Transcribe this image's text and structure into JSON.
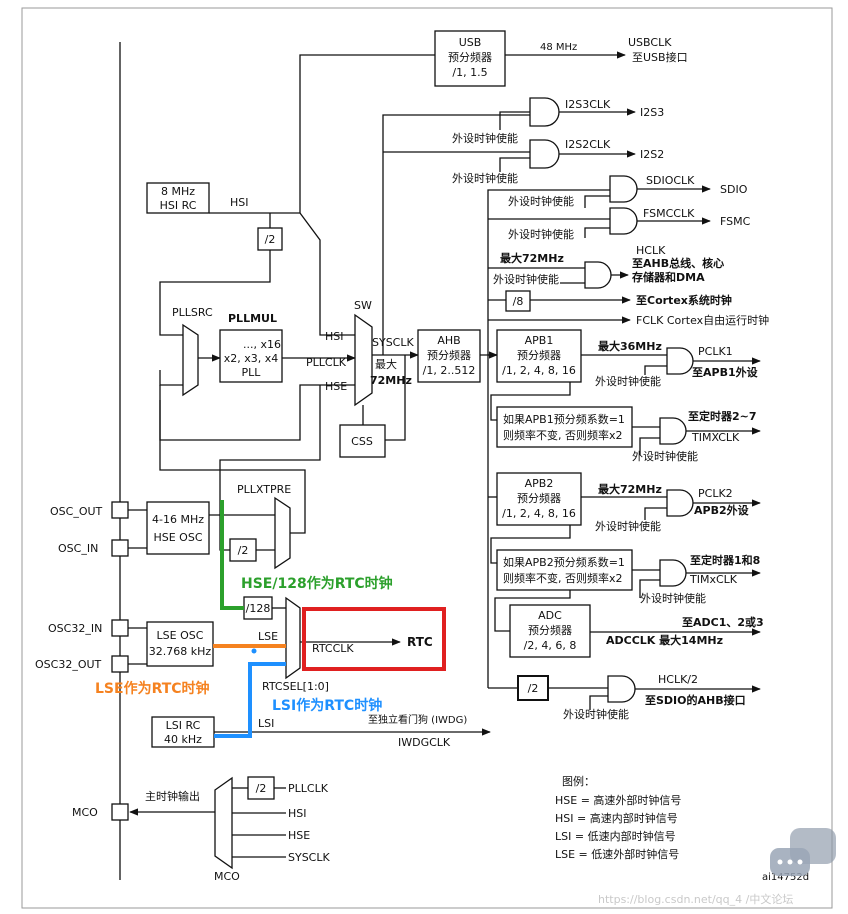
{
  "blocks": {
    "usb": [
      "USB",
      "预分频器",
      "/1, 1.5"
    ],
    "hsi_rc": [
      "8 MHz",
      "HSI RC"
    ],
    "div2_hsi": "/2",
    "pll": [
      "..., x16",
      "x2, x3, x4",
      "PLL"
    ],
    "ahb": [
      "AHB",
      "预分频器",
      "/1, 2..512"
    ],
    "apb1": [
      "APB1",
      "预分频器",
      "/1, 2, 4, 8, 16"
    ],
    "apb2": [
      "APB2",
      "预分频器",
      "/1, 2, 4, 8, 16"
    ],
    "adc": [
      "ADC",
      "预分频器",
      "/2, 4, 6, 8"
    ],
    "div8": "/8",
    "css": "CSS",
    "hse_osc": [
      "4-16 MHz",
      "HSE OSC"
    ],
    "div2_hse": "/2",
    "div128": "/128",
    "lse_osc": [
      "LSE OSC",
      "32.768 kHz"
    ],
    "lsi_rc": [
      "LSI RC",
      "40 kHz"
    ],
    "div2_hclk": "/2",
    "div2_mco": "/2",
    "apb1_timer_note": [
      "如果APB1预分频系数=1",
      "则频率不变, 否则频率x2"
    ],
    "apb2_timer_note": [
      "如果APB2预分频系数=1",
      "则频率不变, 否则频率x2"
    ]
  },
  "labels": {
    "mhz48": "48 MHz",
    "usbclk": "USBCLK",
    "to_usb": "至USB接口",
    "i2s3clk": "I2S3CLK",
    "i2s3": "I2S3",
    "i2s2clk": "I2S2CLK",
    "i2s2": "I2S2",
    "periph_en": "外设时钟使能",
    "sdioclk": "SDIOCLK",
    "sdio": "SDIO",
    "fsmcclk": "FSMCCLK",
    "fsmc": "FSMC",
    "max72": "最大72MHz",
    "hclk": "HCLK",
    "hclk_dest": [
      "至AHB总线、核心",
      "存储器和DMA"
    ],
    "cortex_timer": "至Cortex系统时钟",
    "fclk": "FCLK Cortex自由运行时钟",
    "max36": "最大36MHz",
    "pclk1": "PCLK1",
    "to_apb1": "至APB1外设",
    "to_timer27": "至定时器2~7",
    "timxclk": "TIMXCLK",
    "max72b": "最大72MHz",
    "pclk2": "PCLK2",
    "to_apb2": "APB2外设",
    "to_timer18": "至定时器1和8",
    "timxclk2": "TIMxCLK",
    "to_adc": "至ADC1、2或3",
    "adcclk": "ADCCLK  最大14MHz",
    "hclk2": "HCLK/2",
    "to_sdio_ahb": "至SDIO的AHB接口",
    "hsi": "HSI",
    "pllsrc": "PLLSRC",
    "pllmul": "PLLMUL",
    "sw": "SW",
    "hsi_in": "HSI",
    "pllclk_in": "PLLCLK",
    "hse_in": "HSE",
    "sysclk": "SYSCLK",
    "max72c": "最大",
    "max72d": "72MHz",
    "pllxtpre": "PLLXTPRE",
    "osc_out": "OSC_OUT",
    "osc_in": "OSC_IN",
    "osc32_in": "OSC32_IN",
    "osc32_out": "OSC32_OUT",
    "lse": "LSE",
    "rtcclk": "RTCCLK",
    "rtc": "RTC",
    "rtcsel": "RTCSEL[1:0]",
    "lsi": "LSI",
    "to_iwdg": "至独立看门狗  (IWDG)",
    "iwdgclk": "IWDGCLK",
    "mco_out": "主时钟输出",
    "mco": "MCO",
    "mco_mux": "MCO",
    "mco_pllclk": "PLLCLK",
    "mco_hsi": "HSI",
    "mco_hse": "HSE",
    "mco_sysclk": "SYSCLK"
  },
  "legend": {
    "title": "图例：",
    "items": [
      "HSE = 高速外部时钟信号",
      "HSI = 高速内部时钟信号",
      "LSI = 低速内部时钟信号",
      "LSE = 低速外部时钟信号"
    ]
  },
  "figure_id": "ai14752d",
  "annotations": {
    "hse128": "HSE/128作为RTC时钟",
    "lse": "LSE作为RTC时钟",
    "lsi": "LSI作为RTC时钟"
  },
  "colors": {
    "hse128": "#2ca02c",
    "lse": "#f58220",
    "lsi": "#1e90ff",
    "highlight": "#e02020"
  },
  "watermark": "https://blog.csdn.net/qq_4  /中文论坛"
}
